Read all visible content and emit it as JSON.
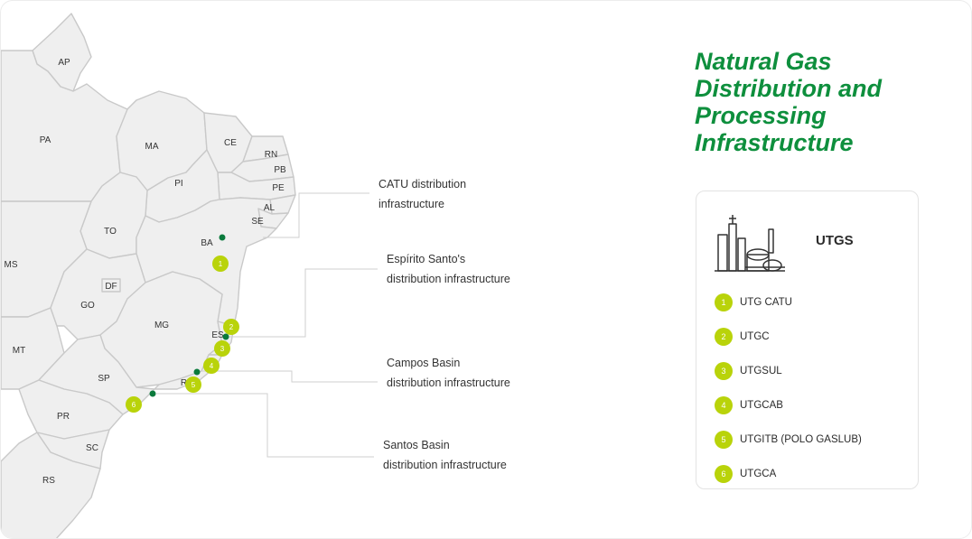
{
  "title_lines": [
    "Natural Gas",
    "Distribution and",
    "Processing",
    "Infrastructure"
  ],
  "states": [
    "AP",
    "PA",
    "MA",
    "CE",
    "RN",
    "PB",
    "PE",
    "AL",
    "SE",
    "PI",
    "TO",
    "BA",
    "MS",
    "DF",
    "GO",
    "MG",
    "MT",
    "ES",
    "SP",
    "RJ",
    "PR",
    "SC",
    "RS"
  ],
  "callouts": [
    {
      "lines": [
        "CATU distribution",
        "infrastructure"
      ]
    },
    {
      "lines": [
        "Espírito Santo's",
        "distribution infrastructure"
      ]
    },
    {
      "lines": [
        "Campos Basin",
        "distribution infrastructure"
      ]
    },
    {
      "lines": [
        "Santos Basin",
        "distribution infrastructure"
      ]
    }
  ],
  "markers": [
    "1",
    "2",
    "3",
    "4",
    "5",
    "6"
  ],
  "legend": {
    "heading": "UTGS",
    "icon": "gas-processing-plant-icon",
    "items": [
      {
        "number": "1",
        "label": "UTG CATU"
      },
      {
        "number": "2",
        "label": "UTGC"
      },
      {
        "number": "3",
        "label": "UTGSUL"
      },
      {
        "number": "4",
        "label": "UTGCAB"
      },
      {
        "number": "5",
        "label": "UTGITB (POLO GASLUB)"
      },
      {
        "number": "6",
        "label": "UTGCA"
      }
    ]
  },
  "colors": {
    "title": "#0e8f3d",
    "marker_fill": "#b9d30a",
    "point": "#0a7a3c",
    "state_fill": "#efefef",
    "state_border": "#c9c9c9"
  }
}
